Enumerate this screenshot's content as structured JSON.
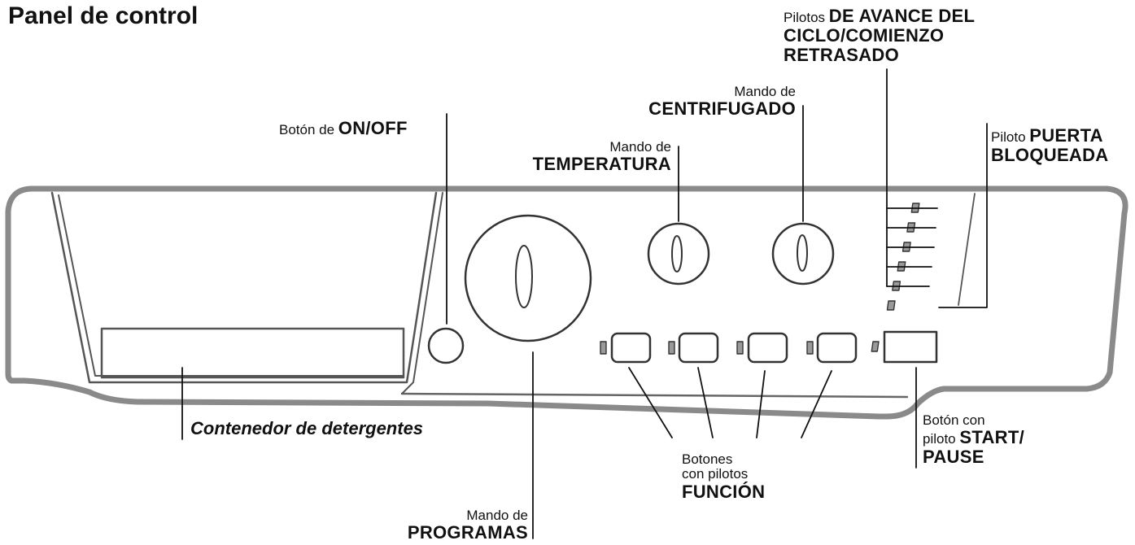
{
  "title": "Panel de control",
  "labels": {
    "on_off": {
      "light": "Botón de ",
      "bold": "ON/OFF"
    },
    "temperatura": {
      "light": "Mando de",
      "bold": "TEMPERATURA"
    },
    "centrifugado": {
      "light": "Mando de",
      "bold": "CENTRIFUGADO"
    },
    "avance": {
      "light": "Pilotos ",
      "bold1": "DE AVANCE DEL",
      "bold2": "CICLO/COMIENZO",
      "bold3": "RETRASADO"
    },
    "puerta": {
      "light": "Piloto ",
      "bold1": "PUERTA",
      "bold2": "BLOQUEADA"
    },
    "start": {
      "light1": "Botón con",
      "light2": "piloto ",
      "bold1": "START/",
      "bold2": "PAUSE"
    },
    "funcion": {
      "light1": "Botones",
      "light2": "con pilotos",
      "bold": "FUNCIÓN"
    },
    "programas": {
      "light": "Mando de",
      "bold": "PROGRAMAS"
    },
    "detergentes": "Contenedor de detergentes"
  },
  "colors": {
    "ink": "#111111",
    "panel_outline": "#8a8a8a",
    "led_fill": "#9a9a9a"
  },
  "counts": {
    "progress_leds": 6,
    "function_buttons": 4
  }
}
